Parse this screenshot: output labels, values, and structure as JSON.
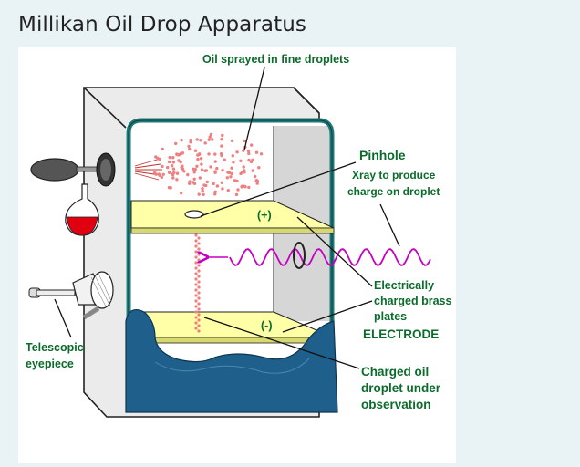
{
  "page": {
    "title": "Millikan Oil Drop Apparatus"
  },
  "diagram": {
    "labels": {
      "oil_sprayed": "Oil sprayed in fine droplets",
      "pinhole": "Pinhole",
      "xray_line1": "Xray to produce",
      "xray_line2": "charge on droplet",
      "plus": "(+)",
      "minus": "(-)",
      "brass_line1": "Electrically",
      "brass_line2": "charged brass",
      "brass_line3": "plates",
      "electrode": "ELECTRODE",
      "charged_line1": "Charged oil",
      "charged_line2": "droplet under",
      "charged_line3": "observation",
      "eyepiece_line1": "Telescopic",
      "eyepiece_line2": "eyepiece"
    },
    "colors": {
      "label_green": "#0b6b2b",
      "plate_fill": "#ffffa8",
      "oil_blue": "#1f5f8b",
      "chamber_rim": "#1d7a78",
      "xray_wave": "#c400c4",
      "droplet": "#f08080",
      "atomizer_bulb": "#e00010"
    }
  }
}
